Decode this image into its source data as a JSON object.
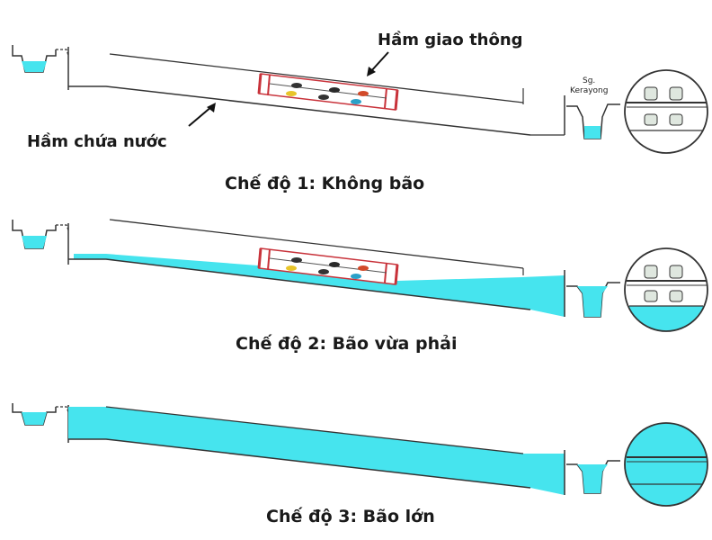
{
  "labels": {
    "traffic_tunnel": "Hầm giao thông",
    "water_tunnel": "Hầm chứa nước",
    "river_line1": "Sg.",
    "river_line2": "Kerayong"
  },
  "modes": [
    {
      "caption": "Chế độ 1: Không bão"
    },
    {
      "caption": "Chế độ 2: Bão vừa phải"
    },
    {
      "caption": "Chế độ 3: Bão lớn"
    }
  ],
  "colors": {
    "water": "#46e4ee",
    "line": "#333333",
    "frame_red": "#c8323a"
  }
}
